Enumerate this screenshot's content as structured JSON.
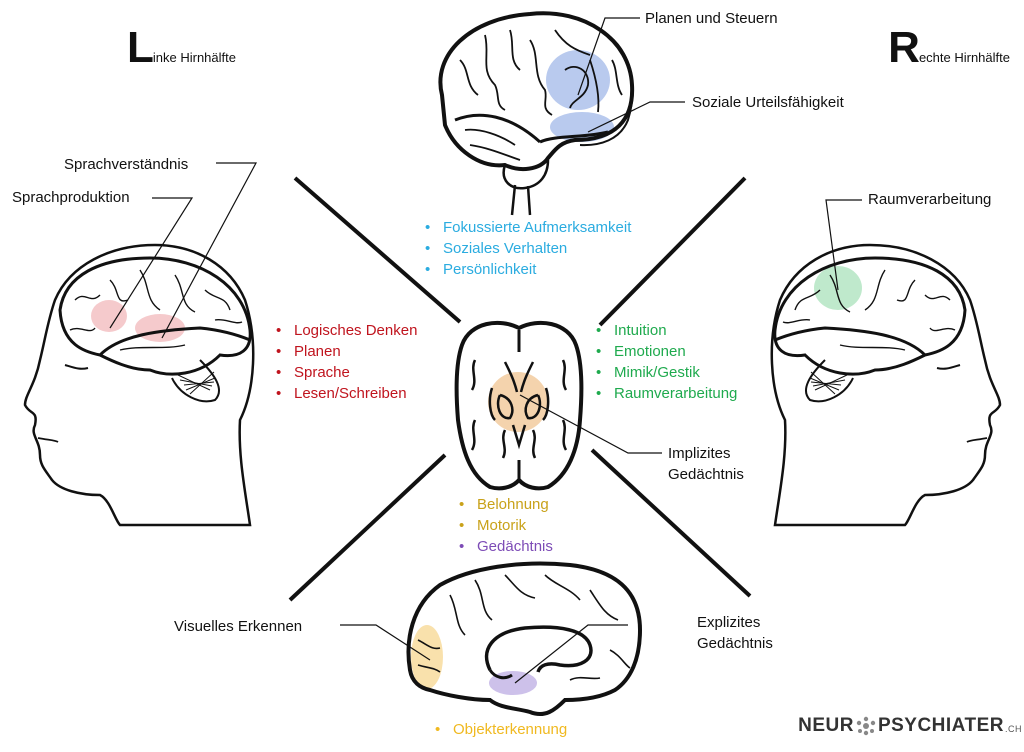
{
  "titles": {
    "left": {
      "initial": "L",
      "rest": "inke Hirnhälfte"
    },
    "right": {
      "initial": "R",
      "rest": "echte Hirnhälfte"
    }
  },
  "top_brain": {
    "labels": [
      "Planen und Steuern",
      "Soziale Urteilsfähigkeit"
    ],
    "functions": [
      "Fokussierte Aufmerksamkeit",
      "Soziales Verhalten",
      "Persönlichkeit"
    ],
    "color": "#2bace0",
    "highlight_color": "#7f9fe0"
  },
  "left_brain": {
    "labels": [
      "Sprachverständnis",
      "Sprachproduktion"
    ],
    "functions": [
      "Logisches Denken",
      "Planen",
      "Sprache",
      "Lesen/Schreiben"
    ],
    "color": "#c0141e",
    "highlight_color": "#e88a8f"
  },
  "right_brain": {
    "labels": [
      "Raumverarbeitung"
    ],
    "functions": [
      "Intuition",
      "Emotionen",
      "Mimik/Gestik",
      "Raumverarbeitung"
    ],
    "color": "#1faa4e",
    "highlight_color": "#7fd49a"
  },
  "center_brain": {
    "labels": [
      "Implizites",
      "Gedächtnis"
    ],
    "functions_gold": [
      "Belohnung",
      "Motorik"
    ],
    "functions_purple": [
      "Gedächtnis"
    ],
    "gold_color": "#c9a21a",
    "purple_color": "#7d4cb6",
    "highlight_color": "#f0c08a"
  },
  "bottom_brain": {
    "labels": {
      "visual": "Visuelles Erkennen",
      "explicit_1": "Explizites",
      "explicit_2": "Gedächtnis"
    },
    "functions": [
      "Objekterkennung"
    ],
    "color": "#f0b920"
  },
  "logo": {
    "left": "NEUR",
    "right": "PSYCHIATER",
    "tld": ".CH"
  }
}
